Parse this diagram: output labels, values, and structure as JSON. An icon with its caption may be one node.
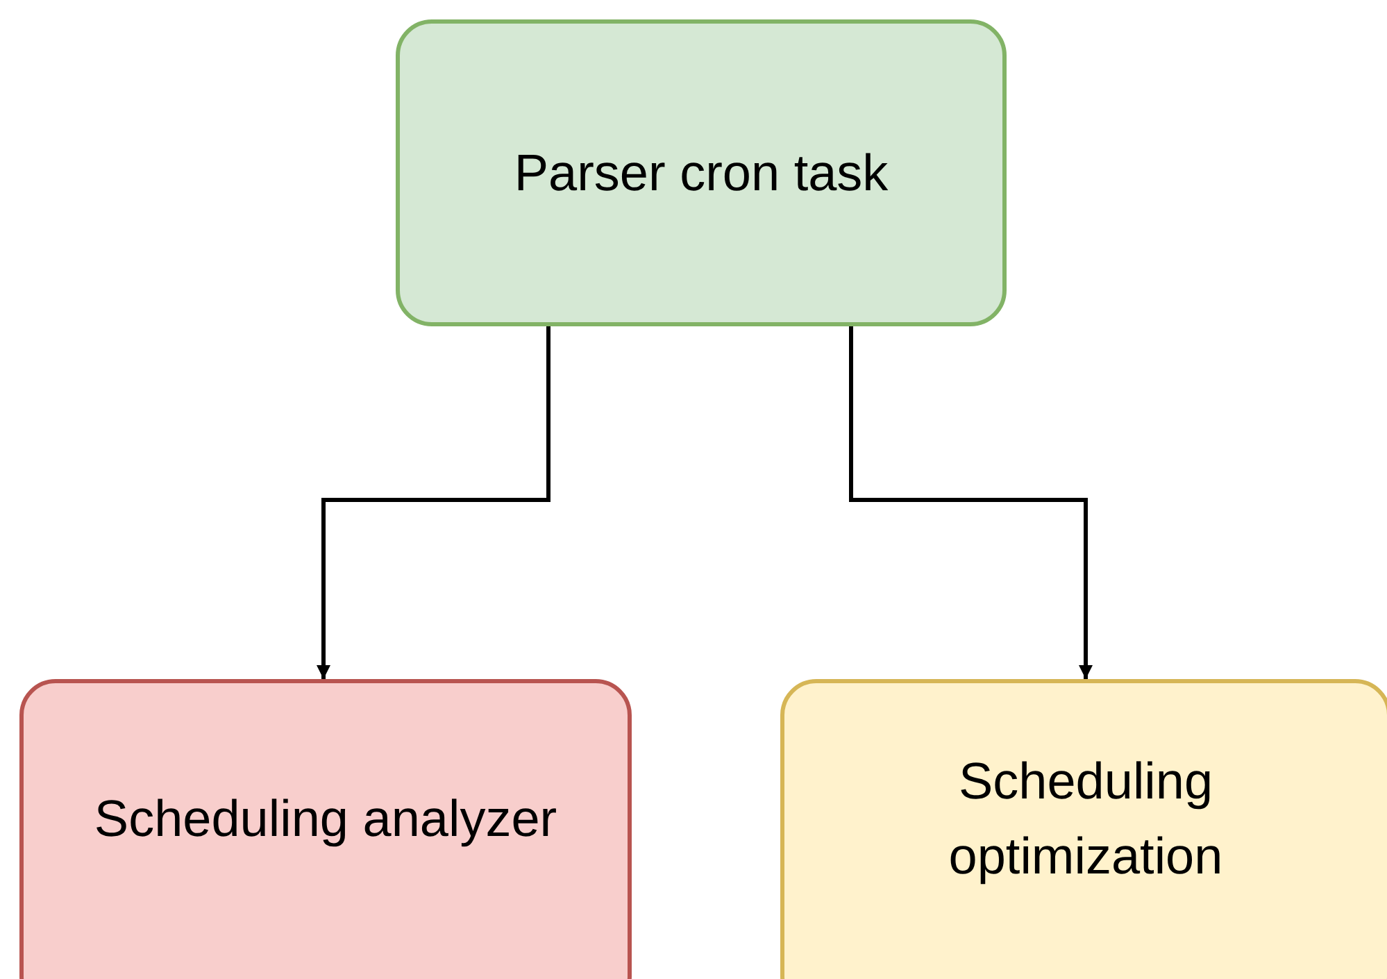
{
  "diagram": {
    "nodes": [
      {
        "text": [
          "Parser cron task"
        ]
      },
      {
        "text": [
          "Scheduling analyzer"
        ]
      },
      {
        "text": [
          "Scheduling optimization"
        ]
      }
    ],
    "edges": [
      {
        "from": 0,
        "to": 1,
        "arrow": "to"
      },
      {
        "from": 0,
        "to": 2,
        "arrow": "to"
      }
    ]
  }
}
